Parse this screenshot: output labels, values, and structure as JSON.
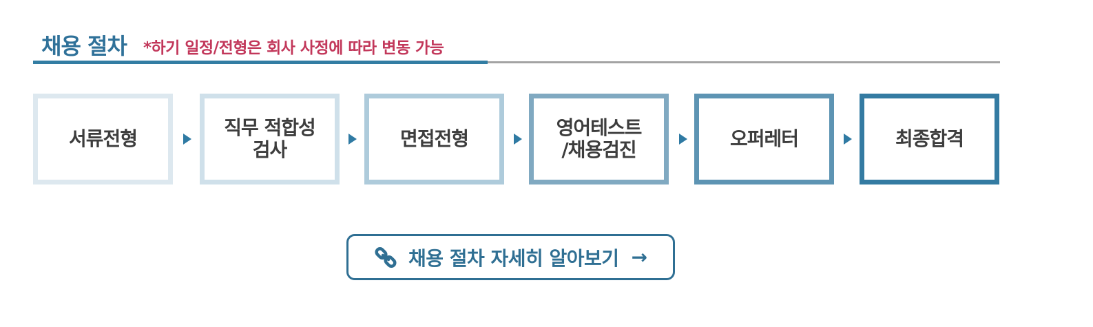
{
  "header": {
    "title": "채용 절차",
    "note": "*하기 일정/전형은 회사 사정에 따라 변동 가능"
  },
  "steps": [
    {
      "label": "서류전형",
      "border_color": "#dde8ef"
    },
    {
      "label": "직무 적합성\n검사",
      "border_color": "#cfe0ea"
    },
    {
      "label": "면접전형",
      "border_color": "#aecbdb"
    },
    {
      "label": "영어테스트\n/채용검진",
      "border_color": "#80a9c1"
    },
    {
      "label": "오퍼레터",
      "border_color": "#5d94b3"
    },
    {
      "label": "최종합격",
      "border_color": "#347ba2"
    }
  ],
  "detail_button": {
    "label": "채용 절차 자세히 알아보기",
    "icon": "link-icon",
    "trailing_icon": "arrow-right-icon",
    "arrow_glyph": "→"
  },
  "colors": {
    "accent": "#2f7199",
    "note": "#c2375a",
    "arrow": "#2f7aa3"
  }
}
